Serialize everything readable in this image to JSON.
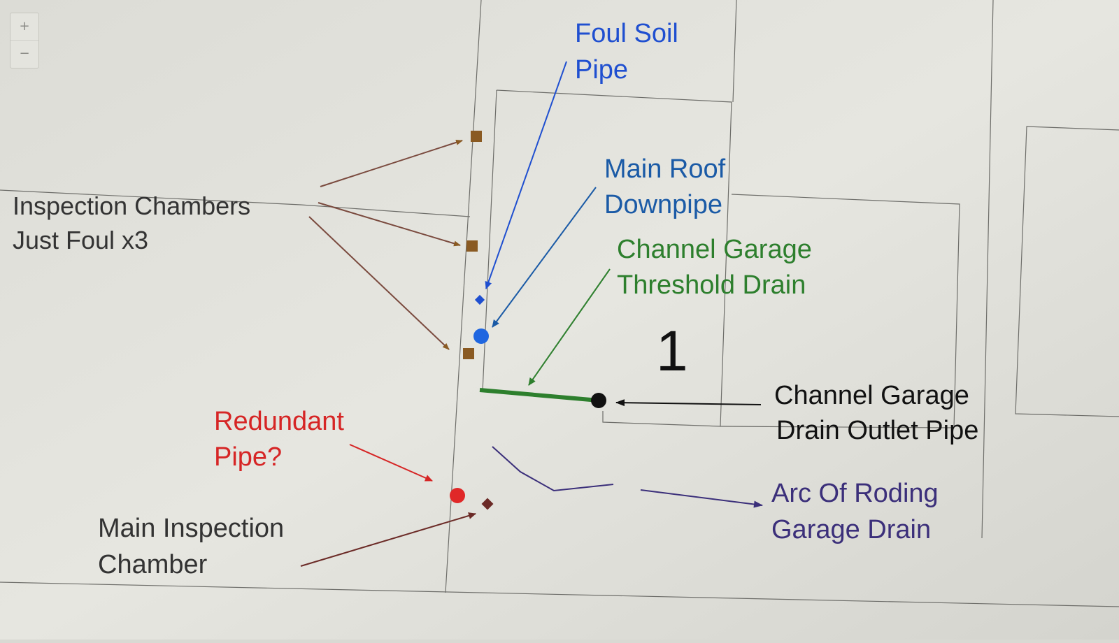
{
  "zoom": {
    "in_label": "+",
    "out_label": "−"
  },
  "colors": {
    "foul": "#1f4fd0",
    "downpipe": "#1a5aa6",
    "channel": "#2d7f2d",
    "outlet": "#111111",
    "chamber": "#8a5a22",
    "chamber_label": "#333333",
    "redundant": "#d62525",
    "main_chamber": "#6b2a26",
    "roding": "#3b2f7a"
  },
  "plot_number": "1",
  "labels": {
    "inspection_chambers": [
      "Inspection Chambers",
      "Just Foul x3"
    ],
    "foul_soil_pipe": [
      "Foul Soil",
      "Pipe"
    ],
    "main_roof_downpipe": [
      "Main Roof",
      "Downpipe"
    ],
    "channel_threshold_drain": [
      "Channel Garage",
      "Threshold Drain"
    ],
    "channel_outlet_pipe": [
      "Channel Garage",
      "Drain Outlet Pipe"
    ],
    "redundant_pipe": [
      "Redundant",
      "Pipe?"
    ],
    "main_inspection_chamber": [
      "Main Inspection",
      "Chamber"
    ],
    "arc_of_roding": [
      "Arc Of Roding",
      "Garage Drain"
    ]
  }
}
